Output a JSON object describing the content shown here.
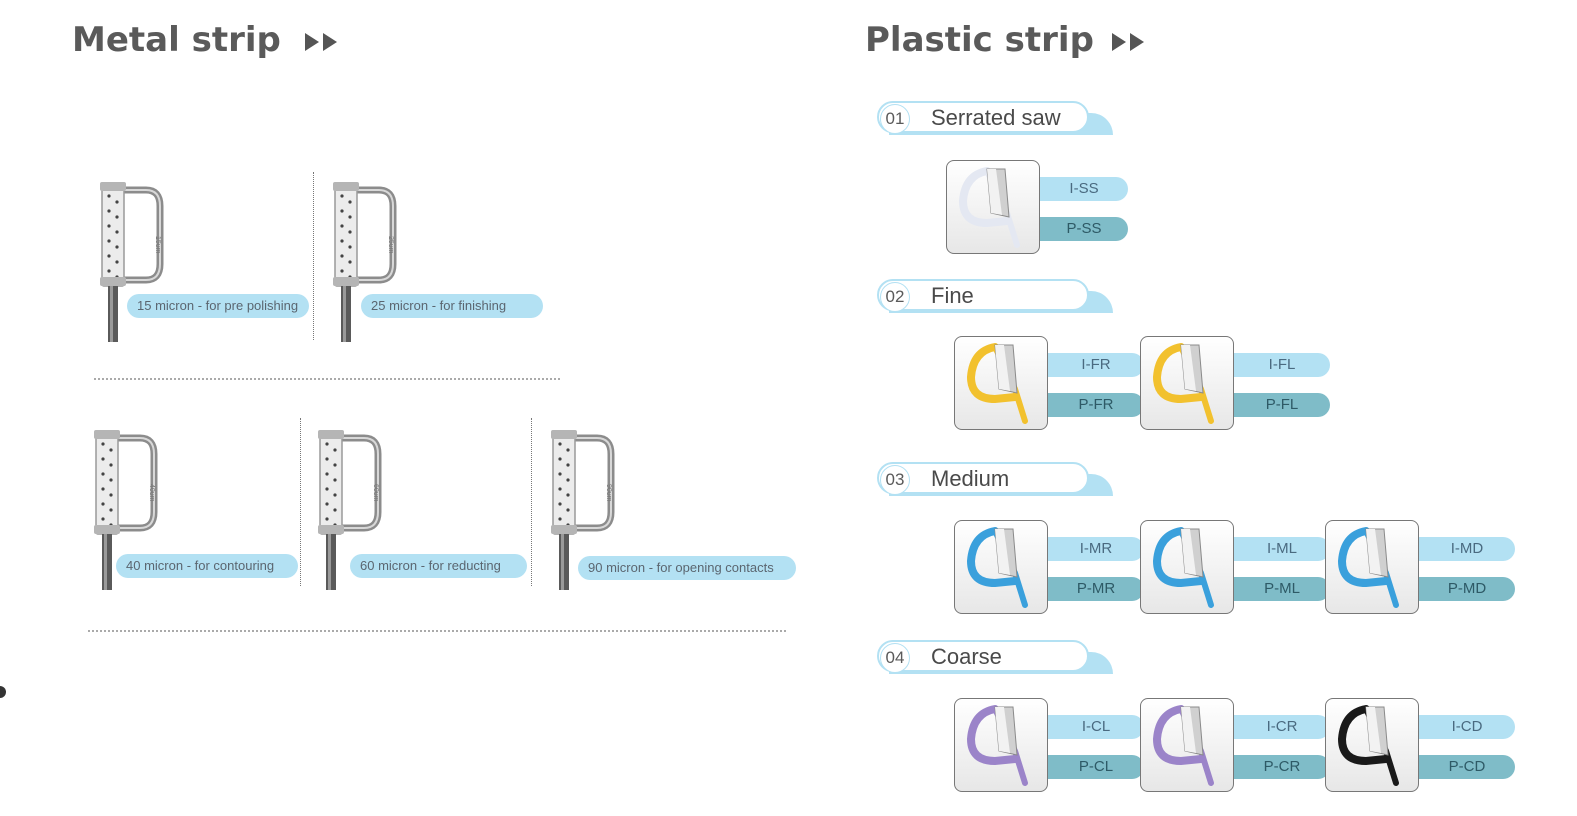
{
  "metal": {
    "title": "Metal strip",
    "items": [
      {
        "label": "15 micron - for pre polishing",
        "engraving": "15um"
      },
      {
        "label": "25 micron - for finishing",
        "engraving": "25um"
      },
      {
        "label": "40 micron - for contouring",
        "engraving": "40um"
      },
      {
        "label": "60 micron - for reducting",
        "engraving": "60um"
      },
      {
        "label": "90 micron - for opening contacts",
        "engraving": "90um"
      }
    ]
  },
  "plastic": {
    "title": "Plastic strip",
    "categories": [
      {
        "num": "01",
        "label": "Serrated saw",
        "color": "#e4e8f2",
        "products": [
          {
            "i": "I-SS",
            "p": "P-SS"
          }
        ]
      },
      {
        "num": "02",
        "label": "Fine",
        "color": "#f2c12e",
        "products": [
          {
            "i": "I-FR",
            "p": "P-FR"
          },
          {
            "i": "I-FL",
            "p": "P-FL"
          }
        ]
      },
      {
        "num": "03",
        "label": "Medium",
        "color": "#3aa0dc",
        "products": [
          {
            "i": "I-MR",
            "p": "P-MR"
          },
          {
            "i": "I-ML",
            "p": "P-ML"
          },
          {
            "i": "I-MD",
            "p": "P-MD"
          }
        ]
      },
      {
        "num": "04",
        "label": "Coarse",
        "color": "#9b84c9",
        "products": [
          {
            "i": "I-CL",
            "p": "P-CL"
          },
          {
            "i": "I-CR",
            "p": "P-CR"
          },
          {
            "i": "I-CD",
            "p": "P-CD",
            "color": "#1a1a1a"
          }
        ]
      }
    ]
  },
  "colors": {
    "pill": "#b3e1f3",
    "code_p": "#7fbcc8",
    "title": "#5a5a5a"
  }
}
